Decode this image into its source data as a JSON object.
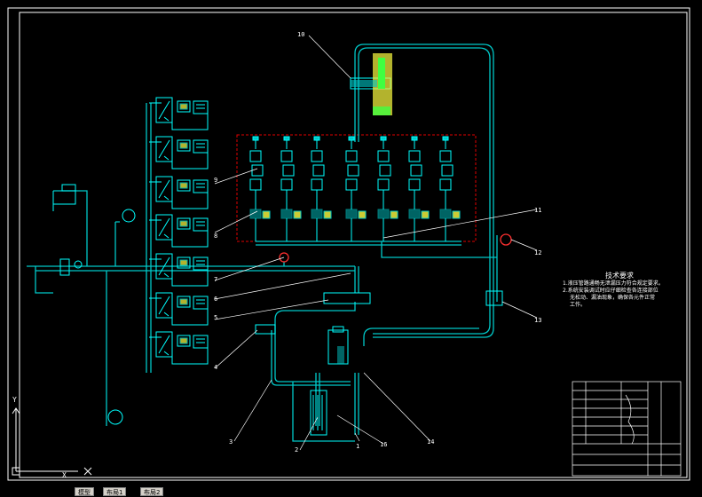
{
  "callouts": [
    "10",
    "9",
    "8",
    "7",
    "6",
    "5",
    "4",
    "3",
    "2",
    "1",
    "16",
    "14",
    "11",
    "12",
    "13"
  ],
  "tech_requirements": {
    "title": "技术要求",
    "notes": [
      "1.液压管路通畅无泄漏压力符合规定要求。",
      "2.系统安装调试时应仔细检查各连接部位",
      "无松动、漏油现象，确保各元件正常",
      "工作。"
    ]
  },
  "layout_tabs": [
    "模型",
    "布局1",
    "布局2"
  ],
  "axis_labels": {
    "y": "Y",
    "x": "X"
  },
  "colors": {
    "background": "#000000",
    "border": "#ffffff",
    "pipe": "#00c8c8",
    "component": "#00ffff",
    "dashed_box": "#e00000",
    "text": "#ffffff",
    "pump_red": "#ff3030",
    "cylinder_yellow": "#ffff40",
    "cylinder_green": "#40ff40"
  }
}
